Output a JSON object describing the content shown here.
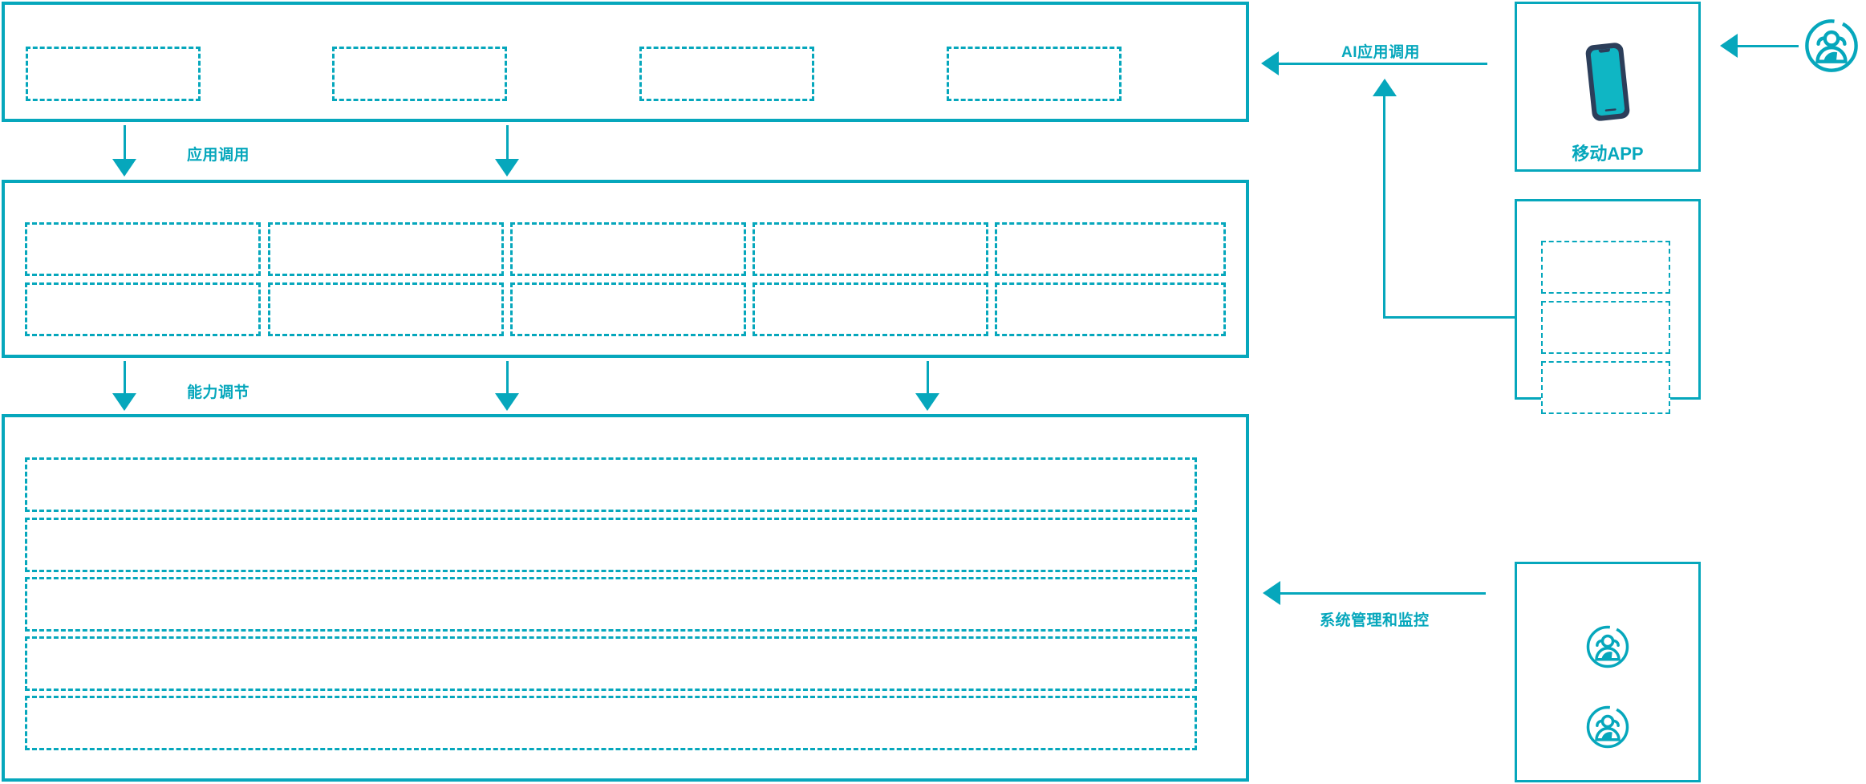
{
  "diagram": {
    "accent_color": "#06a7bc",
    "phone_frame_color": "#2c3e5a",
    "background": "#ffffff"
  },
  "left_stack": {
    "application_layer": {
      "name": "application-layer-panel",
      "slots": [
        {
          "id": "app-slot-1",
          "label": ""
        },
        {
          "id": "app-slot-2",
          "label": ""
        },
        {
          "id": "app-slot-3",
          "label": ""
        },
        {
          "id": "app-slot-4",
          "label": ""
        }
      ]
    },
    "capability_layer": {
      "name": "capability-layer-panel",
      "columns": [
        {
          "top": "",
          "bottom": ""
        },
        {
          "top": "",
          "bottom": ""
        },
        {
          "top": "",
          "bottom": ""
        },
        {
          "top": "",
          "bottom": ""
        },
        {
          "top": "",
          "bottom": ""
        }
      ]
    },
    "platform_layer": {
      "name": "platform-layer-panel",
      "rows": [
        {
          "id": "platform-row-1",
          "label": ""
        },
        {
          "id": "platform-row-2",
          "label": ""
        },
        {
          "id": "platform-row-3",
          "label": ""
        },
        {
          "id": "platform-row-4",
          "label": ""
        },
        {
          "id": "platform-row-5",
          "label": ""
        }
      ]
    }
  },
  "connectors": {
    "app_call": "应用调用",
    "capability_adjust": "能力调节",
    "ai_app_call": "AI应用调用",
    "system_manage_monitor": "系统管理和监控"
  },
  "right_stack": {
    "mobile_app": {
      "caption": "移动APP",
      "icon": "smartphone-icon"
    },
    "service_panel": {
      "name": "service-panel",
      "slots": [
        {
          "id": "service-slot-1",
          "label": ""
        },
        {
          "id": "service-slot-2",
          "label": ""
        },
        {
          "id": "service-slot-3",
          "label": ""
        }
      ]
    },
    "operators_panel": {
      "name": "operators-panel",
      "icons": [
        "user-group-icon",
        "user-group-icon"
      ]
    },
    "external_user": {
      "icon": "user-group-icon"
    }
  }
}
